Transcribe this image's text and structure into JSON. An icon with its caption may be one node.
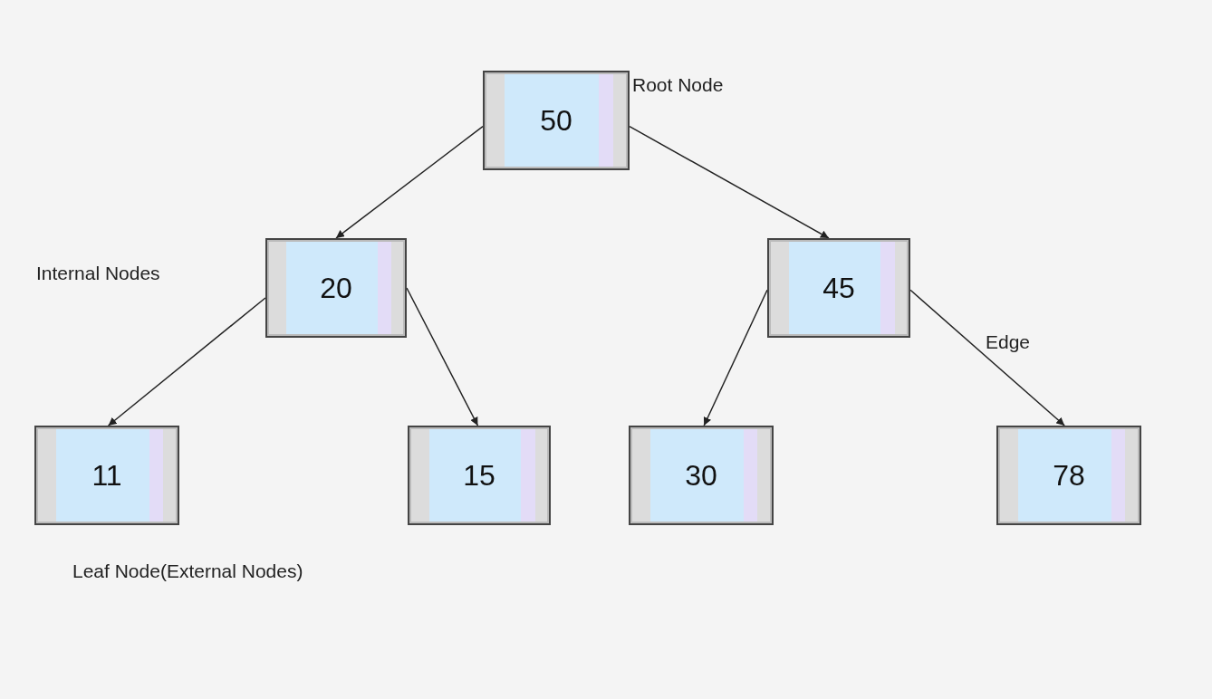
{
  "diagram": {
    "nodes": [
      {
        "text": [
          "50"
        ]
      },
      {
        "text": [
          "20"
        ]
      },
      {
        "text": [
          "45"
        ]
      },
      {
        "text": [
          "11"
        ]
      },
      {
        "text": [
          "15"
        ]
      },
      {
        "text": [
          "30"
        ]
      },
      {
        "text": [
          "78"
        ]
      }
    ],
    "edges": [
      {
        "from": 0,
        "to": 1,
        "arrow": "to"
      },
      {
        "from": 0,
        "to": 2,
        "arrow": "to"
      },
      {
        "from": 1,
        "to": 3,
        "arrow": "to"
      },
      {
        "from": 1,
        "to": 4,
        "arrow": "to"
      },
      {
        "from": 2,
        "to": 5,
        "arrow": "to"
      },
      {
        "from": 2,
        "to": 6,
        "arrow": "to"
      }
    ],
    "labels": [
      "Root Node",
      "Internal Nodes",
      "Edge",
      "Leaf Node(External Nodes)"
    ]
  }
}
